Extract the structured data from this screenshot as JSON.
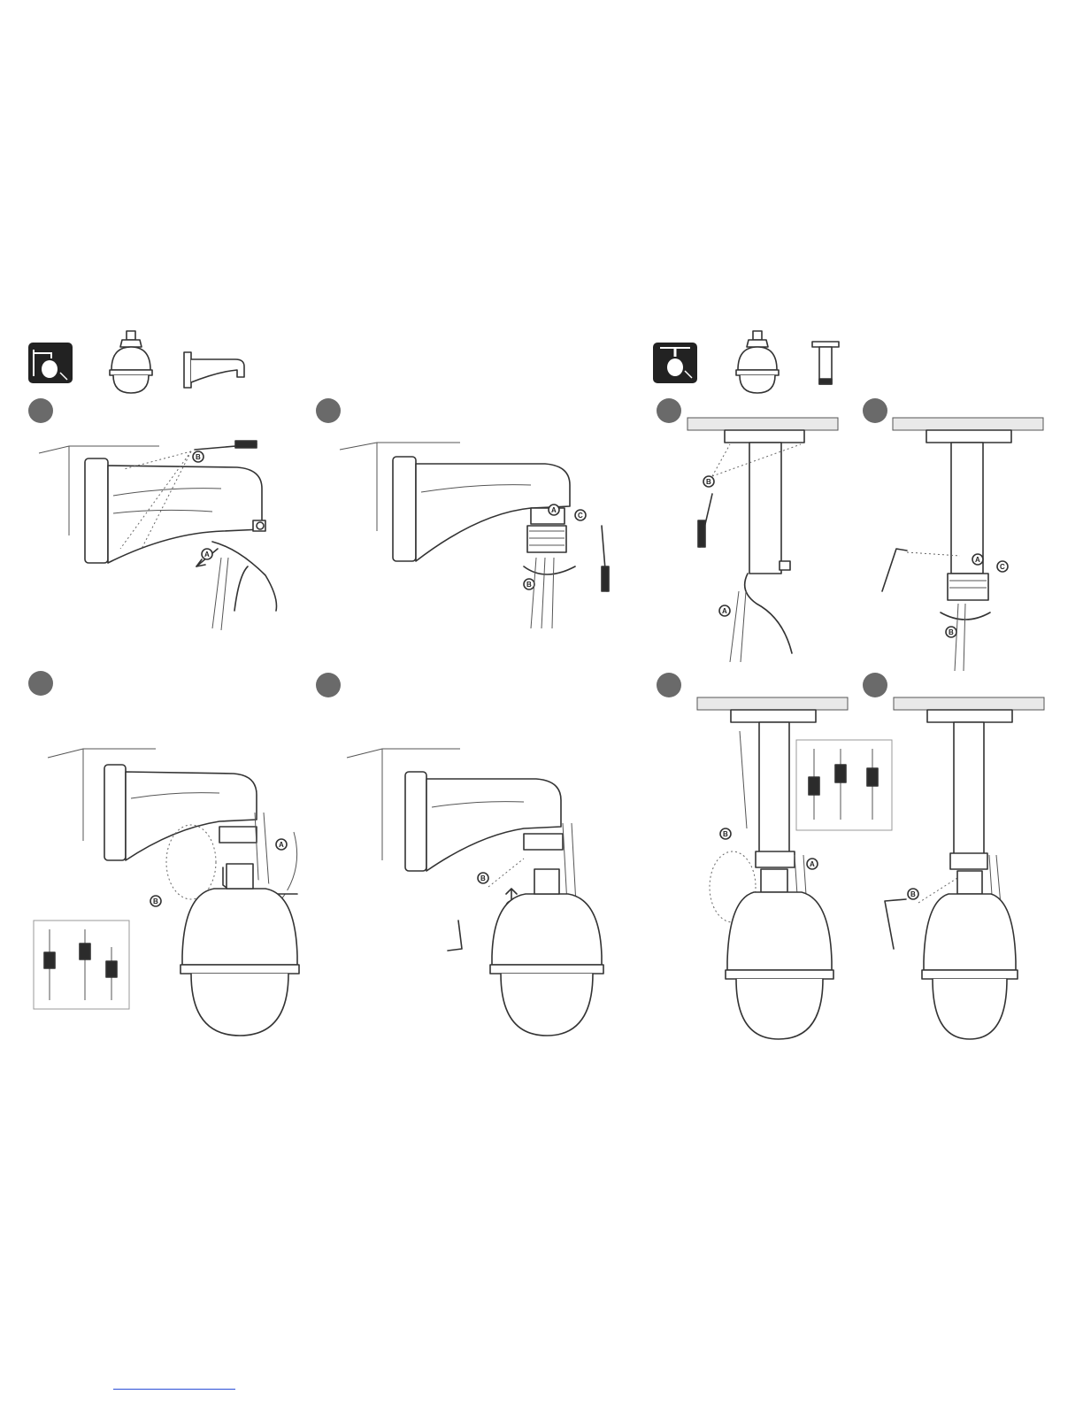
{
  "page": {
    "background": "#ffffff"
  },
  "colors": {
    "line": "#333333",
    "step_marker": "#6a6a6a",
    "badge": "#222222",
    "link_underline": "#2b4ed6"
  },
  "sections": [
    {
      "id": "wall-mount",
      "badge_icon": "wall-mount-icon",
      "parts": [
        "dome-camera-icon",
        "wall-bracket-icon"
      ]
    },
    {
      "id": "pendant-mount",
      "badge_icon": "pendant-mount-icon",
      "parts": [
        "dome-camera-icon",
        "pendant-pole-icon"
      ]
    }
  ],
  "callouts": {
    "a": "A",
    "b": "B",
    "c": "C"
  }
}
